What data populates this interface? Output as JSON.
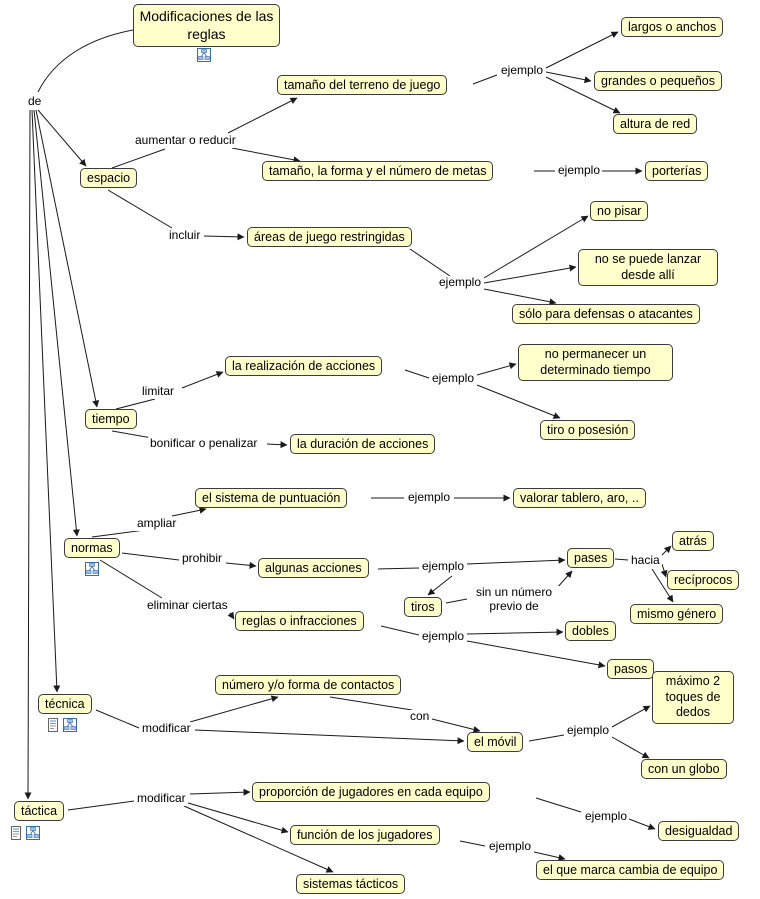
{
  "concepts": {
    "title": "Modificaciones de las reglas",
    "espacio": "espacio",
    "tiempo": "tiempo",
    "normas": "normas",
    "tecnica": "técnica",
    "tactica": "táctica",
    "tamano_terreno": "tamaño del terreno de juego",
    "largos_anchos": "largos o anchos",
    "grandes_pequenos": "grandes o pequeños",
    "altura_red": "altura de red",
    "tamano_forma_metas": "tamaño, la forma y el número de metas",
    "porterias": "porterías",
    "areas_restringidas": "áreas de juego restringidas",
    "no_pisar": "no pisar",
    "no_lanzar": "no se puede lanzar desde allí",
    "solo_defensas": "sólo para defensas o atacantes",
    "realizacion_acciones": "la realización de acciones",
    "no_permanecer": "no permanecer un determinado tiempo",
    "tiro_posesion": "tiro o posesión",
    "duracion_acciones": "la duración de acciones",
    "sistema_puntuacion": "el sistema de puntuación",
    "valorar_tablero": "valorar tablero, aro, ..",
    "algunas_acciones": "algunas acciones",
    "pases": "pases",
    "atras": "atrás",
    "reciprocos": "recíprocos",
    "tiros": "tiros",
    "mismo_genero": "mismo género",
    "reglas_infracciones": "reglas o infracciones",
    "dobles": "dobles",
    "pasos": "pasos",
    "numero_contactos": "número y/o forma de contactos",
    "el_movil": "el móvil",
    "maximo_toques": "máximo 2 toques de dedos",
    "con_globo": "con un globo",
    "proporcion_jugadores": "proporción de jugadores en cada equipo",
    "funcion_jugadores": "función de los jugadores",
    "desigualdad": "desigualdad",
    "marca_cambia": "el que marca cambia de equipo",
    "sistemas_tacticos": "sistemas tácticos"
  },
  "link_labels": {
    "de": "de",
    "ejemplo": "ejemplo",
    "aumentar_o_reducir": "aumentar o reducir",
    "incluir": "incluir",
    "limitar": "limitar",
    "bonificar_o_penalizar": "bonificar o penalizar",
    "ampliar": "ampliar",
    "prohibir": "prohibir",
    "hacia": "hacia",
    "sin_numero_previo": "sin un número previo de",
    "eliminar_ciertas": "eliminar ciertas",
    "modificar": "modificar",
    "con": "con"
  },
  "icons": {
    "cmap_resource": "concept-map-resource-icon",
    "document_resource": "document-resource-icon"
  },
  "colors": {
    "concept_fill": "#ffffcc",
    "concept_border": "#3c3c3c",
    "line": "#1a1a1a",
    "background": "#ffffff"
  }
}
